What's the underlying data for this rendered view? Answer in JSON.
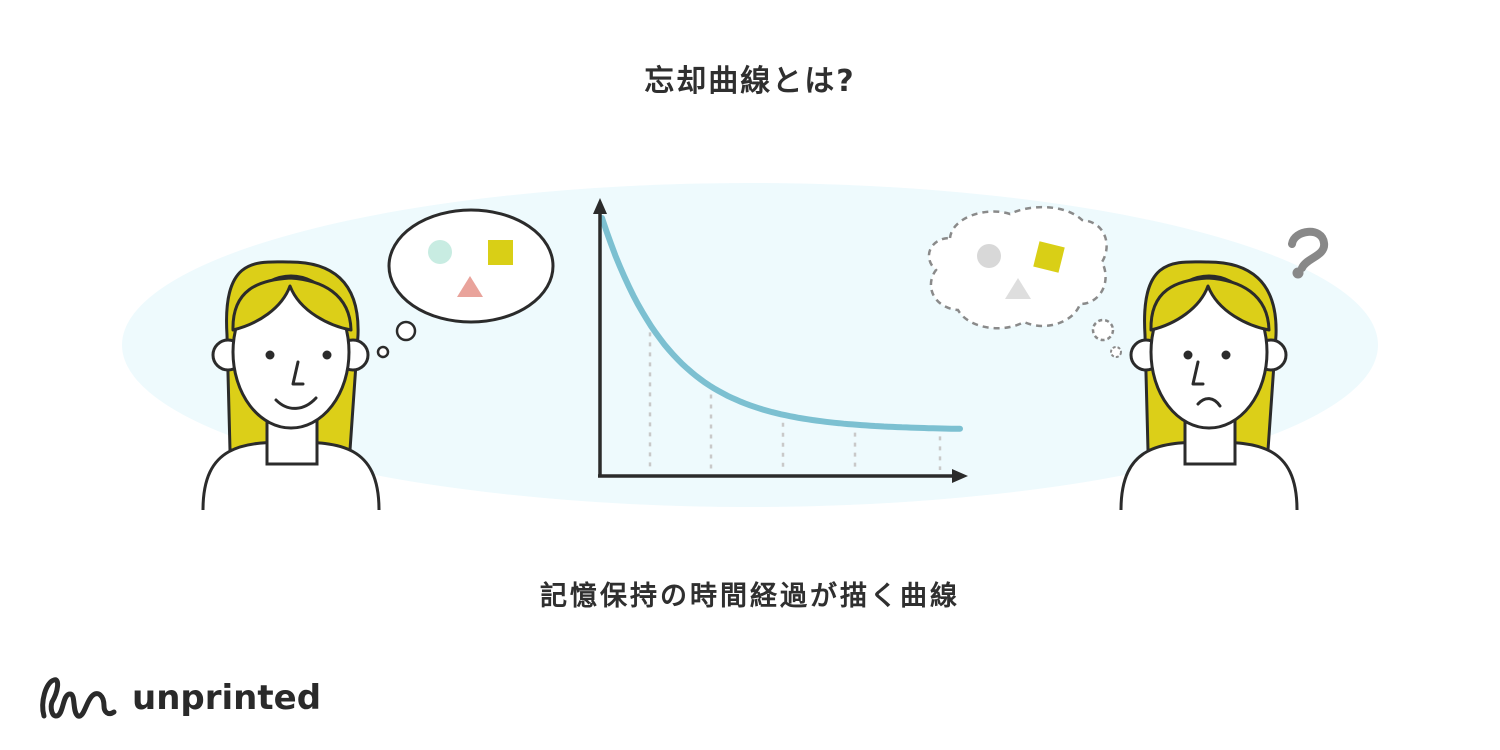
{
  "title": "忘却曲線とは?",
  "caption": "記憶保持の時間経過が描く曲線",
  "brand": {
    "name": "unprinted"
  },
  "icons": {
    "left_thought": [
      "circle-icon",
      "square-icon",
      "triangle-icon"
    ],
    "right_thought": [
      "circle-icon",
      "square-icon",
      "triangle-icon"
    ],
    "question": "question-mark-icon"
  },
  "colors": {
    "background_ellipse": "#eefafd",
    "curve": "#7cc0d1",
    "hair": "#dccf18",
    "outline": "#2b2b2b",
    "mint": "#c8ece2",
    "yellow_square": "#d9cf16",
    "salmon": "#e9a39b",
    "grey": "#d8d8d8",
    "question": "#888888"
  },
  "chart_data": {
    "type": "line",
    "title": "",
    "xlabel": "",
    "ylabel": "",
    "curve": "exponential-decay",
    "markers_count": 5
  }
}
